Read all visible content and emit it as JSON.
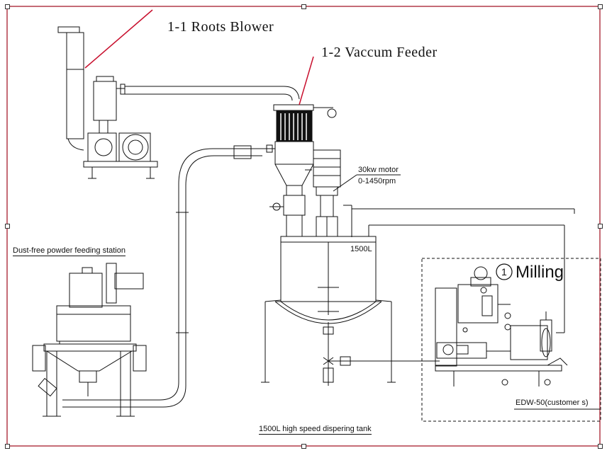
{
  "labels": {
    "roots_blower": "1-1 Roots Blower",
    "vacuum_feeder": "1-2 Vaccum Feeder",
    "motor_power": "30kw motor",
    "motor_speed": "0-1450rpm",
    "tank_volume": "1500L",
    "milling_number": "1",
    "milling": "Milling",
    "powder_station": "Dust-free powder feeding station",
    "mill_model": "EDW-50(customer s)",
    "tank_caption": "1500L high speed dispering tank"
  },
  "colors": {
    "frame": "#b23a48",
    "leader": "#c8102e",
    "line": "#111111"
  }
}
